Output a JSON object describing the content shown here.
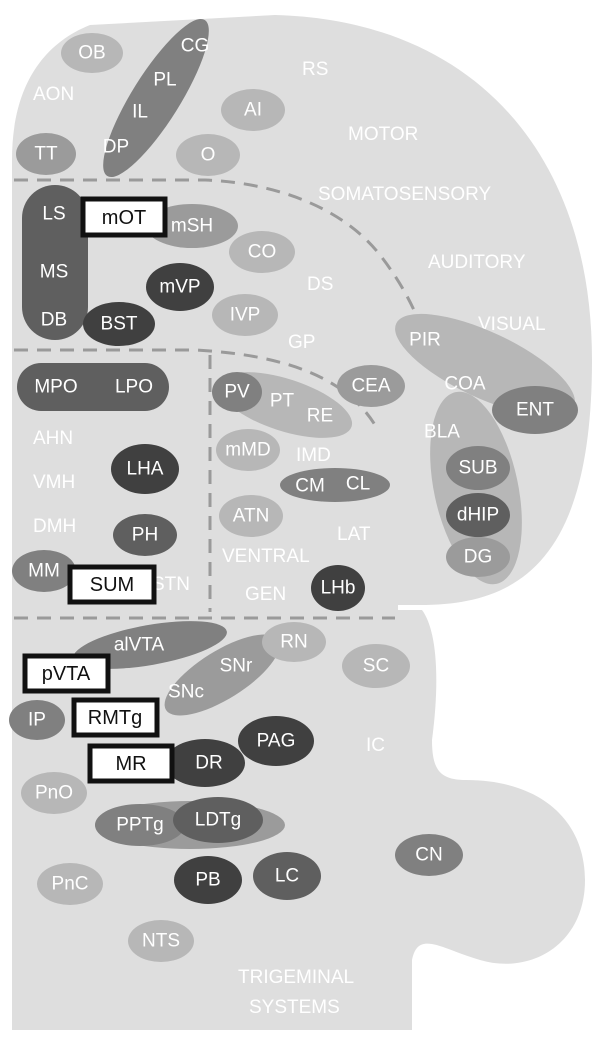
{
  "colors": {
    "background": "#ffffff",
    "brain": "#dedede",
    "shade_1": "#b7b7b7",
    "shade_2": "#9b9b9b",
    "shade_3": "#808080",
    "shade_4": "#5f5f5f",
    "shade_5": "#404040",
    "text_light": "#ffffff",
    "box_fill": "#ffffff",
    "box_border": "#111111"
  },
  "region_labels": {
    "rs": "RS",
    "motor": "MOTOR",
    "somatosensory": "SOMATOSENSORY",
    "auditory": "AUDITORY",
    "visual": "VISUAL",
    "ds": "DS",
    "gp": "GP",
    "aon": "AON",
    "ahn": "AHN",
    "vmh": "VMH",
    "dmh": "DMH",
    "stn": "STN",
    "imd": "IMD",
    "lat": "LAT",
    "ventral": "VENTRAL",
    "gen": "GEN",
    "ic": "IC",
    "trigeminal_line1": "TRIGEMINAL",
    "trigeminal_line2": "SYSTEMS"
  },
  "nodes": {
    "ob": "OB",
    "cg": "CG",
    "pl": "PL",
    "il": "IL",
    "dp": "DP",
    "tt": "TT",
    "ai": "AI",
    "o": "O",
    "ls": "LS",
    "msh": "mSH",
    "ms": "MS",
    "db": "DB",
    "bst": "BST",
    "mvp": "mVP",
    "co": "CO",
    "ivp": "IVP",
    "mpo": "MPO",
    "lpo": "LPO",
    "lha": "LHA",
    "ph": "PH",
    "mm": "MM",
    "pv": "PV",
    "pt": "PT",
    "re": "RE",
    "cea": "CEA",
    "mmd": "mMD",
    "cm": "CM",
    "cl": "CL",
    "atn": "ATN",
    "lhb": "LHb",
    "pir": "PIR",
    "coa": "COA",
    "ent": "ENT",
    "bla": "BLA",
    "sub": "SUB",
    "dhip": "dHIP",
    "dg": "DG",
    "alvta": "alVTA",
    "rn": "RN",
    "snr": "SNr",
    "snc": "SNc",
    "sc": "SC",
    "ip": "IP",
    "pag": "PAG",
    "dr": "DR",
    "pno": "PnO",
    "pptg": "PPTg",
    "ldtg": "LDTg",
    "cn": "CN",
    "pnc": "PnC",
    "pb": "PB",
    "lc": "LC",
    "nts": "NTS"
  },
  "boxed": {
    "mot": "mOT",
    "sum": "SUM",
    "pvta": "pVTA",
    "rmtg": "RMTg",
    "mr": "MR"
  }
}
